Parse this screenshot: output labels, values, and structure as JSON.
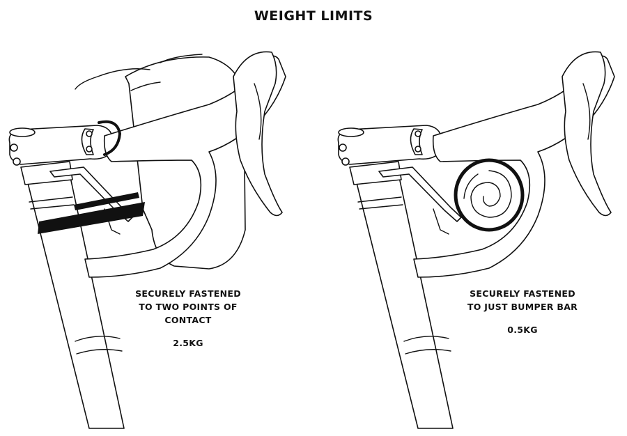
{
  "title": "WEIGHT LIMITS",
  "panels": [
    {
      "caption_lines": [
        "SECURELY FASTENED",
        "TO TWO POINTS OF",
        "CONTACT"
      ],
      "weight": "2.5KG"
    },
    {
      "caption_lines": [
        "SECURELY FASTENED",
        "TO JUST BUMPER BAR"
      ],
      "weight": "0.5KG"
    }
  ]
}
